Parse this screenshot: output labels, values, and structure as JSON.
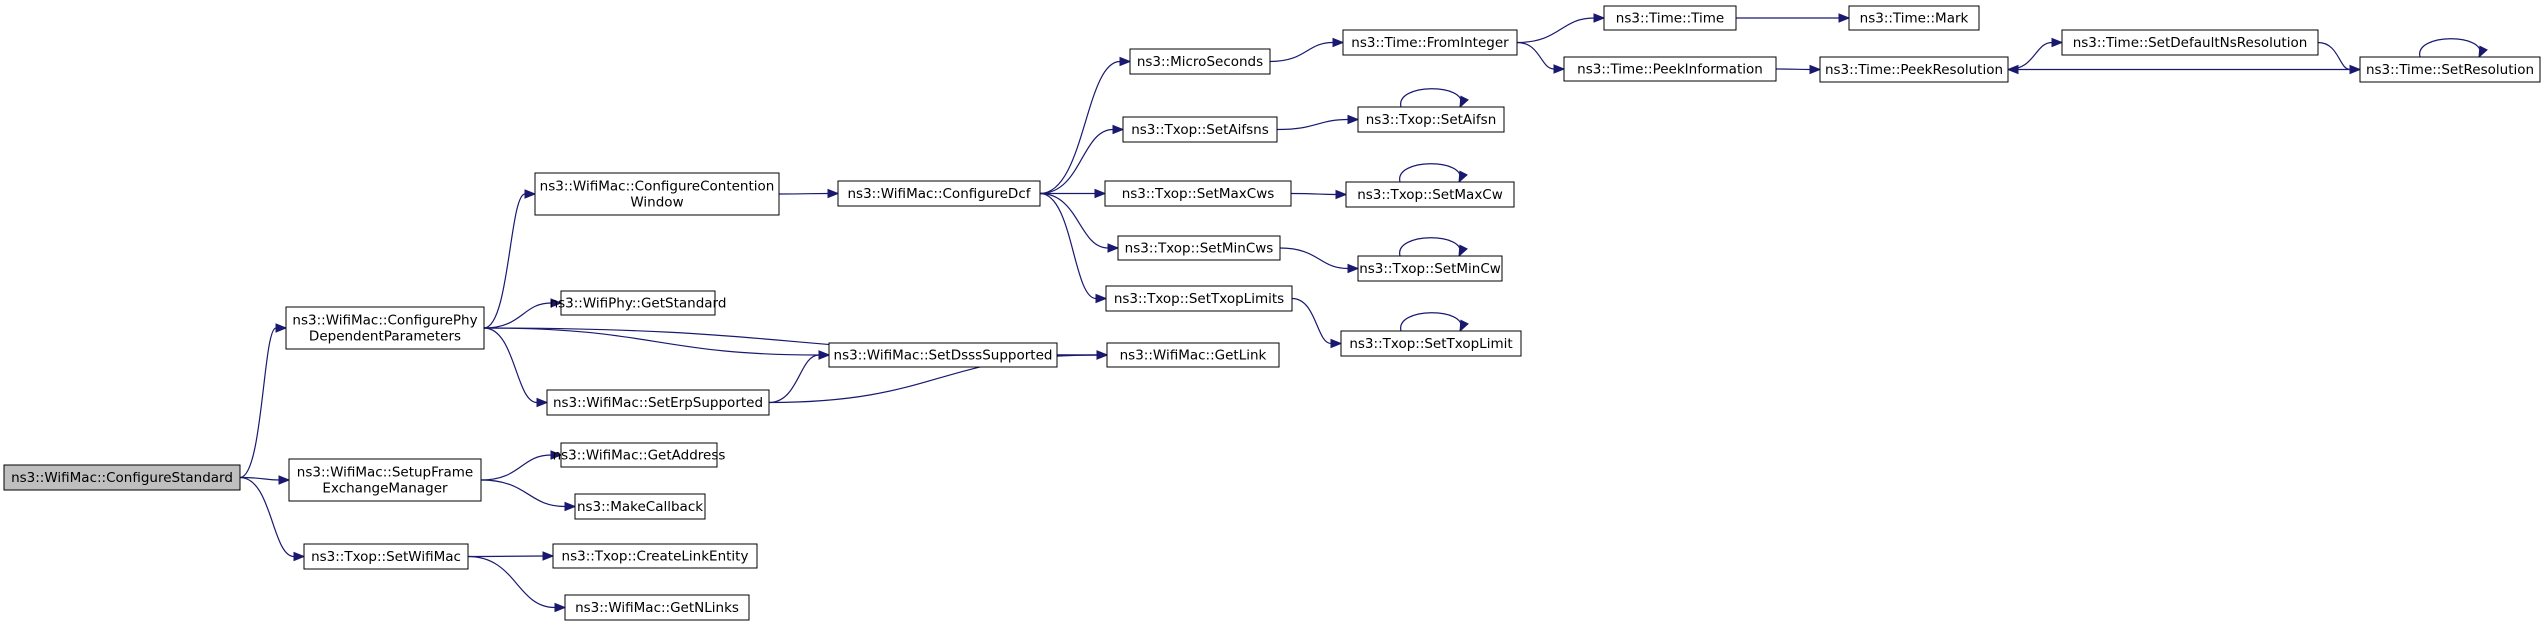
{
  "graph": {
    "colors": {
      "edge": "#191970",
      "root_fill": "#bfbfbf",
      "node_fill": "#ffffff",
      "node_border": "#000000"
    },
    "nodes": [
      {
        "id": "configure_standard",
        "lines": [
          "ns3::WifiMac::ConfigureStandard"
        ],
        "root": true
      },
      {
        "id": "configure_phy_dependent",
        "lines": [
          "ns3::WifiMac::ConfigurePhy",
          "DependentParameters"
        ]
      },
      {
        "id": "setup_frame_exchange",
        "lines": [
          "ns3::WifiMac::SetupFrame",
          "ExchangeManager"
        ]
      },
      {
        "id": "txop_set_wifi_mac",
        "lines": [
          "ns3::Txop::SetWifiMac"
        ]
      },
      {
        "id": "configure_contention_window",
        "lines": [
          "ns3::WifiMac::ConfigureContention",
          "Window"
        ]
      },
      {
        "id": "wifiphy_get_standard",
        "lines": [
          "ns3::WifiPhy::GetStandard"
        ]
      },
      {
        "id": "set_dsss_supported",
        "lines": [
          "ns3::WifiMac::SetDsssSupported"
        ]
      },
      {
        "id": "set_erp_supported",
        "lines": [
          "ns3::WifiMac::SetErpSupported"
        ]
      },
      {
        "id": "get_link",
        "lines": [
          "ns3::WifiMac::GetLink"
        ]
      },
      {
        "id": "get_address",
        "lines": [
          "ns3::WifiMac::GetAddress"
        ]
      },
      {
        "id": "make_callback",
        "lines": [
          "ns3::MakeCallback"
        ]
      },
      {
        "id": "create_link_entity",
        "lines": [
          "ns3::Txop::CreateLinkEntity"
        ]
      },
      {
        "id": "get_n_links",
        "lines": [
          "ns3::WifiMac::GetNLinks"
        ]
      },
      {
        "id": "configure_dcf",
        "lines": [
          "ns3::WifiMac::ConfigureDcf"
        ]
      },
      {
        "id": "micro_seconds",
        "lines": [
          "ns3::MicroSeconds"
        ]
      },
      {
        "id": "set_aifsns",
        "lines": [
          "ns3::Txop::SetAifsns"
        ]
      },
      {
        "id": "set_max_cws",
        "lines": [
          "ns3::Txop::SetMaxCws"
        ]
      },
      {
        "id": "set_min_cws",
        "lines": [
          "ns3::Txop::SetMinCws"
        ]
      },
      {
        "id": "set_txop_limits",
        "lines": [
          "ns3::Txop::SetTxopLimits"
        ]
      },
      {
        "id": "time_from_integer",
        "lines": [
          "ns3::Time::FromInteger"
        ]
      },
      {
        "id": "set_aifsn",
        "lines": [
          "ns3::Txop::SetAifsn"
        ]
      },
      {
        "id": "set_max_cw",
        "lines": [
          "ns3::Txop::SetMaxCw"
        ]
      },
      {
        "id": "set_min_cw",
        "lines": [
          "ns3::Txop::SetMinCw"
        ]
      },
      {
        "id": "set_txop_limit",
        "lines": [
          "ns3::Txop::SetTxopLimit"
        ]
      },
      {
        "id": "time_time",
        "lines": [
          "ns3::Time::Time"
        ]
      },
      {
        "id": "time_peek_information",
        "lines": [
          "ns3::Time::PeekInformation"
        ]
      },
      {
        "id": "time_mark",
        "lines": [
          "ns3::Time::Mark"
        ]
      },
      {
        "id": "time_peek_resolution",
        "lines": [
          "ns3::Time::PeekResolution"
        ]
      },
      {
        "id": "time_set_default_ns_resolution",
        "lines": [
          "ns3::Time::SetDefaultNsResolution"
        ]
      },
      {
        "id": "time_set_resolution",
        "lines": [
          "ns3::Time::SetResolution"
        ]
      }
    ],
    "edges": [
      [
        "configure_standard",
        "configure_phy_dependent"
      ],
      [
        "configure_standard",
        "setup_frame_exchange"
      ],
      [
        "configure_standard",
        "txop_set_wifi_mac"
      ],
      [
        "configure_phy_dependent",
        "configure_contention_window"
      ],
      [
        "configure_phy_dependent",
        "get_link"
      ],
      [
        "configure_phy_dependent",
        "wifiphy_get_standard"
      ],
      [
        "configure_phy_dependent",
        "set_dsss_supported"
      ],
      [
        "configure_phy_dependent",
        "set_erp_supported"
      ],
      [
        "set_erp_supported",
        "set_dsss_supported"
      ],
      [
        "set_erp_supported",
        "get_link"
      ],
      [
        "set_dsss_supported",
        "get_link"
      ],
      [
        "setup_frame_exchange",
        "get_address"
      ],
      [
        "setup_frame_exchange",
        "make_callback"
      ],
      [
        "txop_set_wifi_mac",
        "create_link_entity"
      ],
      [
        "txop_set_wifi_mac",
        "get_n_links"
      ],
      [
        "configure_contention_window",
        "configure_dcf"
      ],
      [
        "configure_dcf",
        "micro_seconds"
      ],
      [
        "configure_dcf",
        "set_aifsns"
      ],
      [
        "configure_dcf",
        "set_max_cws"
      ],
      [
        "configure_dcf",
        "set_min_cws"
      ],
      [
        "configure_dcf",
        "set_txop_limits"
      ],
      [
        "micro_seconds",
        "time_from_integer"
      ],
      [
        "time_from_integer",
        "time_time"
      ],
      [
        "time_from_integer",
        "time_peek_information"
      ],
      [
        "time_time",
        "time_mark"
      ],
      [
        "time_peek_information",
        "time_peek_resolution"
      ],
      [
        "time_peek_resolution",
        "time_set_default_ns_resolution"
      ],
      [
        "time_set_default_ns_resolution",
        "time_set_resolution"
      ],
      [
        "time_set_resolution",
        "time_peek_resolution"
      ],
      [
        "time_set_resolution",
        "time_set_resolution"
      ],
      [
        "set_aifsns",
        "set_aifsn"
      ],
      [
        "set_aifsn",
        "set_aifsn"
      ],
      [
        "set_max_cws",
        "set_max_cw"
      ],
      [
        "set_max_cw",
        "set_max_cw"
      ],
      [
        "set_min_cws",
        "set_min_cw"
      ],
      [
        "set_min_cw",
        "set_min_cw"
      ],
      [
        "set_txop_limits",
        "set_txop_limit"
      ],
      [
        "set_txop_limit",
        "set_txop_limit"
      ]
    ]
  }
}
